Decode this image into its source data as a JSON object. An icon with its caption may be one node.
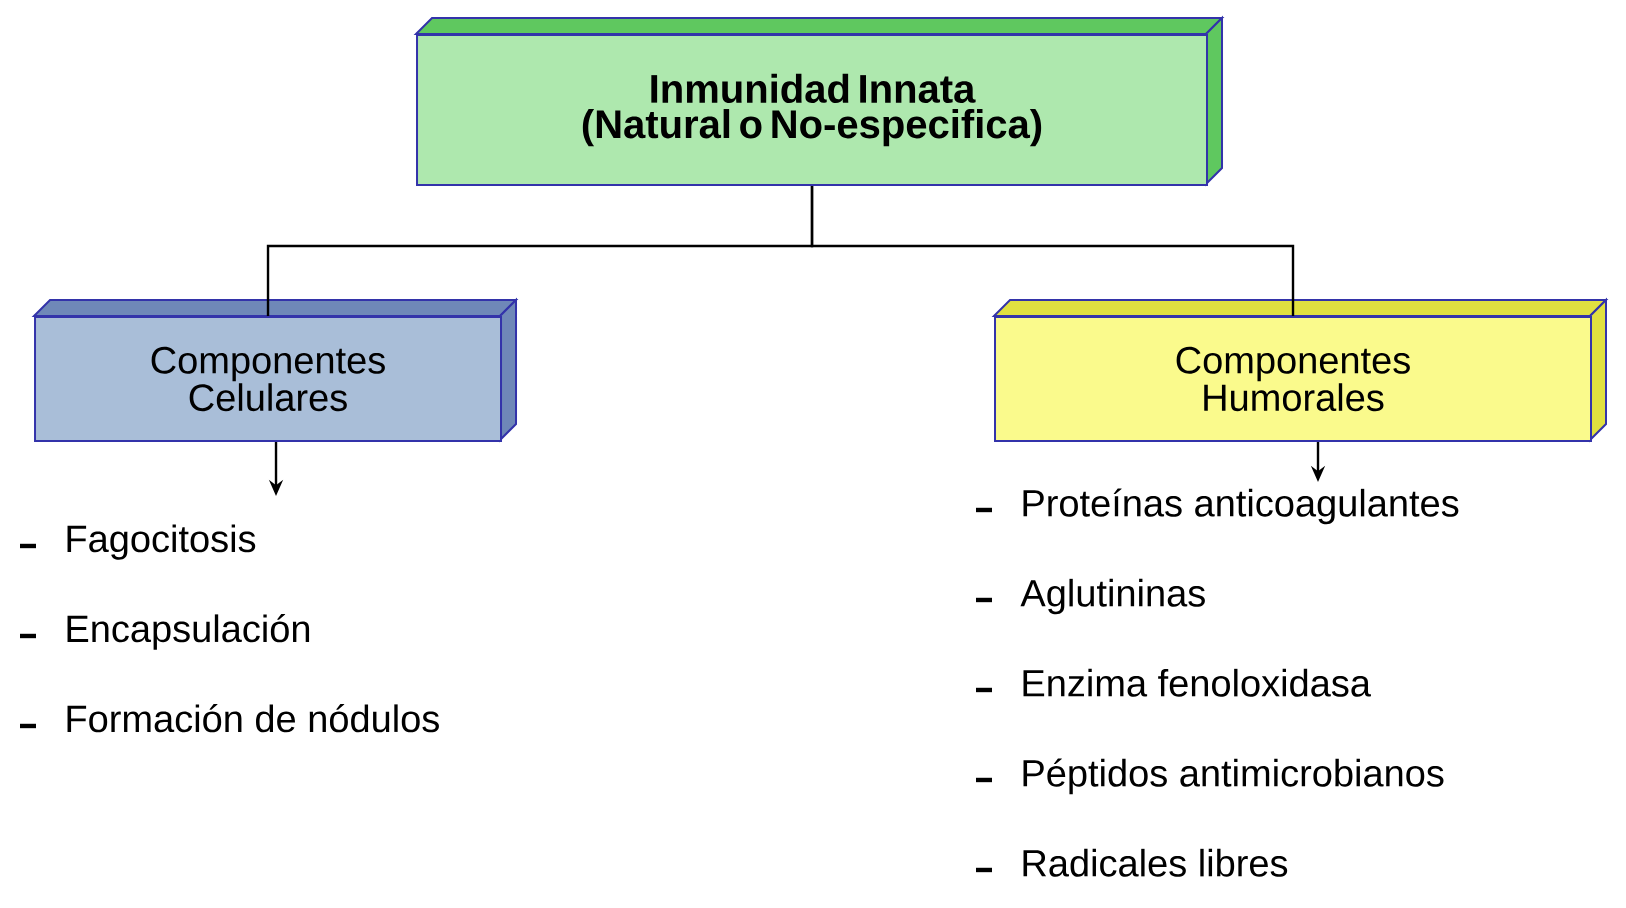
{
  "diagram": {
    "nodes": [
      {
        "text": [
          "Inmunidad Innata",
          "(Natural o No-especifica)"
        ]
      },
      {
        "text": [
          "Componentes Celulares"
        ]
      },
      {
        "text": [
          "Componentes Humorales"
        ]
      },
      {
        "text": [
          "Fagocitosis",
          "Encapsulación",
          "Formación de nódulos"
        ]
      },
      {
        "text": [
          "Proteínas anticoagulantes",
          "Aglutininas",
          "Enzima fenoloxidasa",
          "Péptidos antimicrobianos",
          "Radicales libres"
        ]
      }
    ],
    "edges": [
      {
        "from": 0,
        "to": 1,
        "arrow": "none"
      },
      {
        "from": 0,
        "to": 2,
        "arrow": "none"
      },
      {
        "from": 1,
        "to": 3,
        "arrow": "to"
      },
      {
        "from": 2,
        "to": 4,
        "arrow": "to"
      }
    ]
  }
}
